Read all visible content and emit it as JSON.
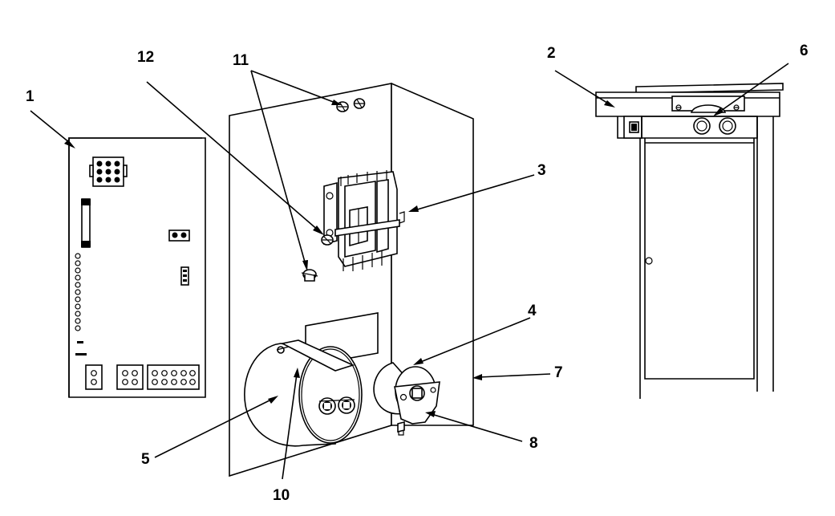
{
  "callouts": [
    {
      "id": "callout-1",
      "text": "1"
    },
    {
      "id": "callout-2",
      "text": "2"
    },
    {
      "id": "callout-3",
      "text": "3"
    },
    {
      "id": "callout-4",
      "text": "4"
    },
    {
      "id": "callout-5",
      "text": "5"
    },
    {
      "id": "callout-6",
      "text": "6"
    },
    {
      "id": "callout-7",
      "text": "7"
    },
    {
      "id": "callout-8",
      "text": "8"
    },
    {
      "id": "callout-10",
      "text": "10"
    },
    {
      "id": "callout-11",
      "text": "11"
    },
    {
      "id": "callout-12",
      "text": "12"
    }
  ],
  "colors": {
    "line": "#000000",
    "background": "#ffffff"
  }
}
